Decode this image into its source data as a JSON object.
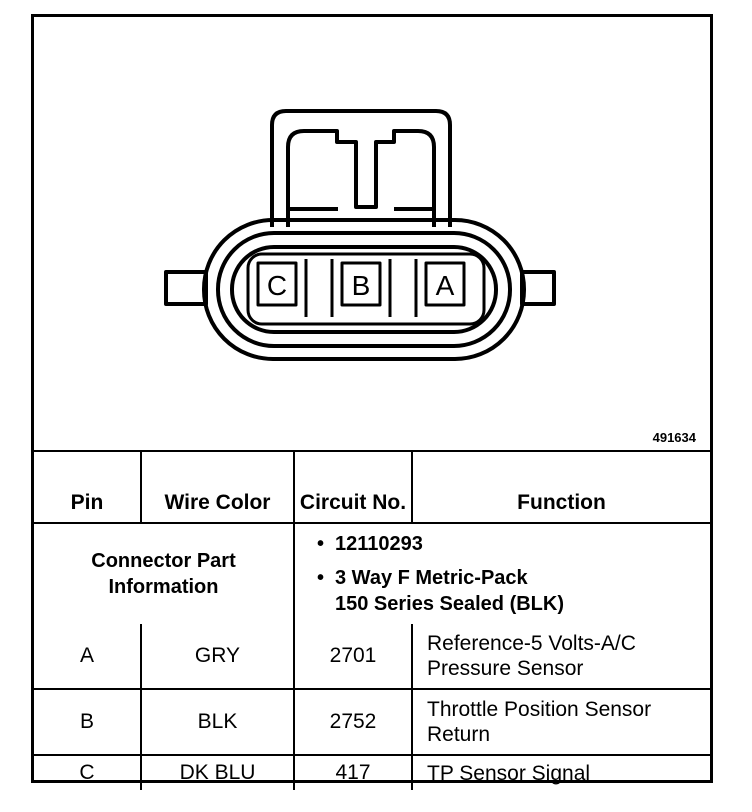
{
  "diagram": {
    "figure_id": "491634",
    "pin_labels": [
      "C",
      "B",
      "A"
    ]
  },
  "connector_info": {
    "label": "Connector Part Information",
    "part_number": "12110293",
    "description_line1": "3 Way F Metric-Pack",
    "description_line2": "150 Series Sealed (BLK)"
  },
  "table": {
    "headers": {
      "pin": "Pin",
      "wire_color": "Wire Color",
      "circuit": "Circuit No.",
      "function": "Function"
    },
    "rows": [
      {
        "pin": "A",
        "wire_color": "GRY",
        "circuit": "2701",
        "function": "Reference-5 Volts-A/C Pressure Sensor"
      },
      {
        "pin": "B",
        "wire_color": "BLK",
        "circuit": "2752",
        "function": "Throttle Position Sensor Return"
      },
      {
        "pin": "C",
        "wire_color": "DK BLU",
        "circuit": "417",
        "function": "TP Sensor Signal"
      }
    ]
  }
}
